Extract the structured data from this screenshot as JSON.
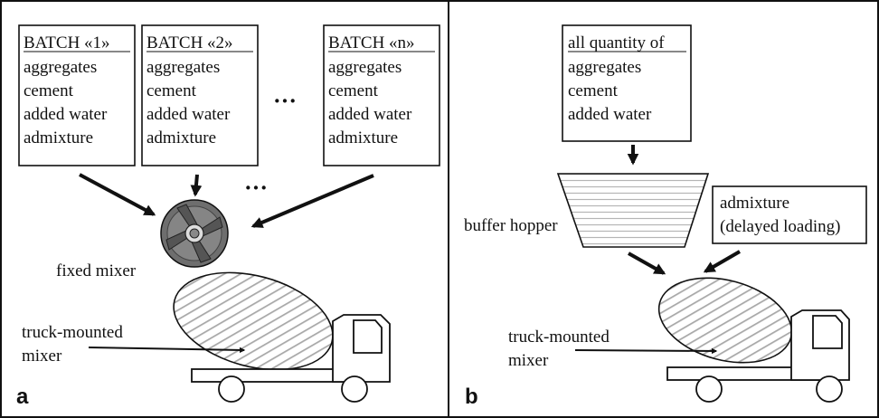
{
  "panel_a": {
    "letter": "a",
    "batches": [
      {
        "header": "BATCH «1»",
        "lines": [
          "aggregates",
          "cement",
          "added water",
          "admixture"
        ]
      },
      {
        "header": "BATCH «2»",
        "lines": [
          "aggregates",
          "cement",
          "added water",
          "admixture"
        ]
      },
      {
        "header": "BATCH «n»",
        "lines": [
          "aggregates",
          "cement",
          "added water",
          "admixture"
        ]
      }
    ],
    "ellipsis": "···",
    "fixed_mixer_label": "fixed mixer",
    "truck_mixer_label_1": "truck-mounted",
    "truck_mixer_label_2": "mixer"
  },
  "panel_b": {
    "letter": "b",
    "box_header": "all quantity of",
    "box_lines": [
      "aggregates",
      "cement",
      "added water"
    ],
    "buffer_hopper_label": "buffer hopper",
    "admixture_line_1": "admixture",
    "admixture_line_2": "(delayed loading)",
    "truck_mixer_label_1": "truck-mounted",
    "truck_mixer_label_2": "mixer"
  },
  "colors": {
    "outline": "#111111",
    "hatch": "#a8a8a8",
    "mixer_gray": "#6e6e6e"
  }
}
